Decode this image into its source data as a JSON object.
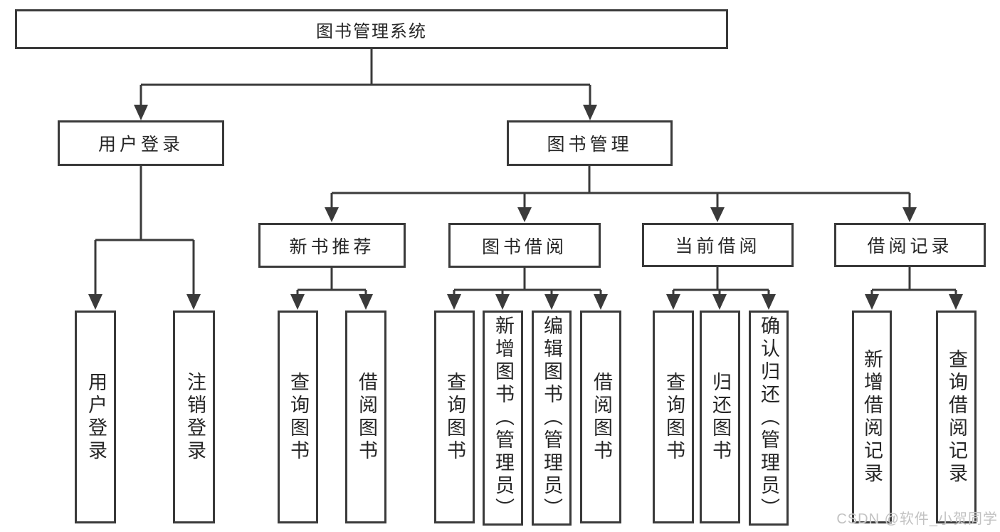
{
  "diagram": {
    "root": {
      "label": "图书管理系统"
    },
    "level2": [
      {
        "label": "用户登录"
      },
      {
        "label": "图书管理"
      }
    ],
    "level3": [
      {
        "label": "新书推荐",
        "parent": "图书管理"
      },
      {
        "label": "图书借阅",
        "parent": "图书管理"
      },
      {
        "label": "当前借阅",
        "parent": "图书管理"
      },
      {
        "label": "借阅记录",
        "parent": "图书管理"
      }
    ],
    "leaves": [
      {
        "label": "用户登录",
        "parent": "用户登录"
      },
      {
        "label": "注销登录",
        "parent": "用户登录"
      },
      {
        "label": "查询图书",
        "parent": "新书推荐"
      },
      {
        "label": "借阅图书",
        "parent": "新书推荐"
      },
      {
        "label": "查询图书",
        "parent": "图书借阅"
      },
      {
        "label": "新增图书（管理员）",
        "parent": "图书借阅"
      },
      {
        "label": "编辑图书（管理员）",
        "parent": "图书借阅"
      },
      {
        "label": "借阅图书",
        "parent": "图书借阅"
      },
      {
        "label": "查询图书",
        "parent": "当前借阅"
      },
      {
        "label": "归还图书",
        "parent": "当前借阅"
      },
      {
        "label": "确认归还（管理员）",
        "parent": "当前借阅"
      },
      {
        "label": "新增借阅记录",
        "parent": "借阅记录"
      },
      {
        "label": "查询借阅记录",
        "parent": "借阅记录"
      }
    ]
  },
  "watermark": {
    "text": "CSDN @软件_小贺同学"
  },
  "colors": {
    "line": "#3a3a3a",
    "text": "#262626",
    "background": "#ffffff",
    "watermark": "#c2c2c2"
  }
}
